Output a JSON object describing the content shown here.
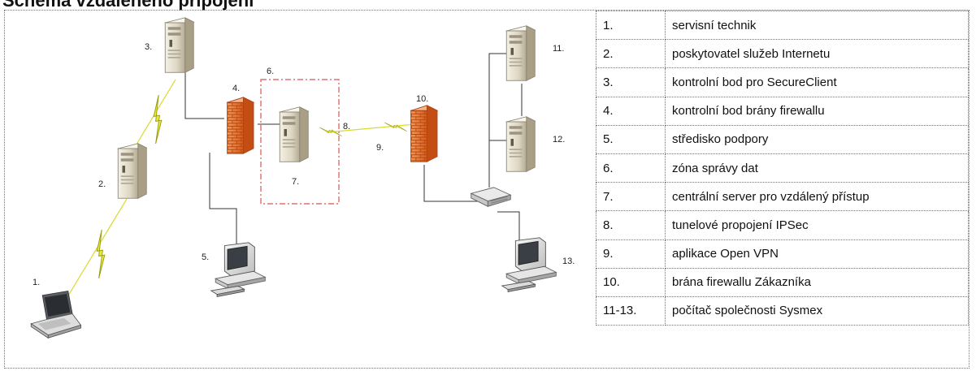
{
  "title": "Schéma vzdáleného připojení",
  "diagram": {
    "labels": {
      "n1": "1.",
      "n2": "2.",
      "n3": "3.",
      "n4": "4.",
      "n5": "5.",
      "n6": "6.",
      "n7": "7.",
      "n8": "8.",
      "n9": "9.",
      "n10": "10.",
      "n11": "11.",
      "n12": "12.",
      "n13": "13."
    }
  },
  "legend": [
    {
      "num": "1.",
      "text": "servisní technik"
    },
    {
      "num": "2.",
      "text": "poskytovatel služeb Internetu"
    },
    {
      "num": "3.",
      "text": "kontrolní bod pro SecureClient"
    },
    {
      "num": "4.",
      "text": "kontrolní bod brány firewallu"
    },
    {
      "num": "5.",
      "text": "středisko podpory"
    },
    {
      "num": "6.",
      "text": "zóna správy dat"
    },
    {
      "num": "7.",
      "text": "centrální server pro vzdálený přístup"
    },
    {
      "num": "8.",
      "text": "tunelové propojení IPSec"
    },
    {
      "num": "9.",
      "text": "aplikace Open VPN"
    },
    {
      "num": "10.",
      "text": "brána firewallu Zákazníka"
    },
    {
      "num": "11-13.",
      "text": "počítač společnosti Sysmex"
    }
  ]
}
